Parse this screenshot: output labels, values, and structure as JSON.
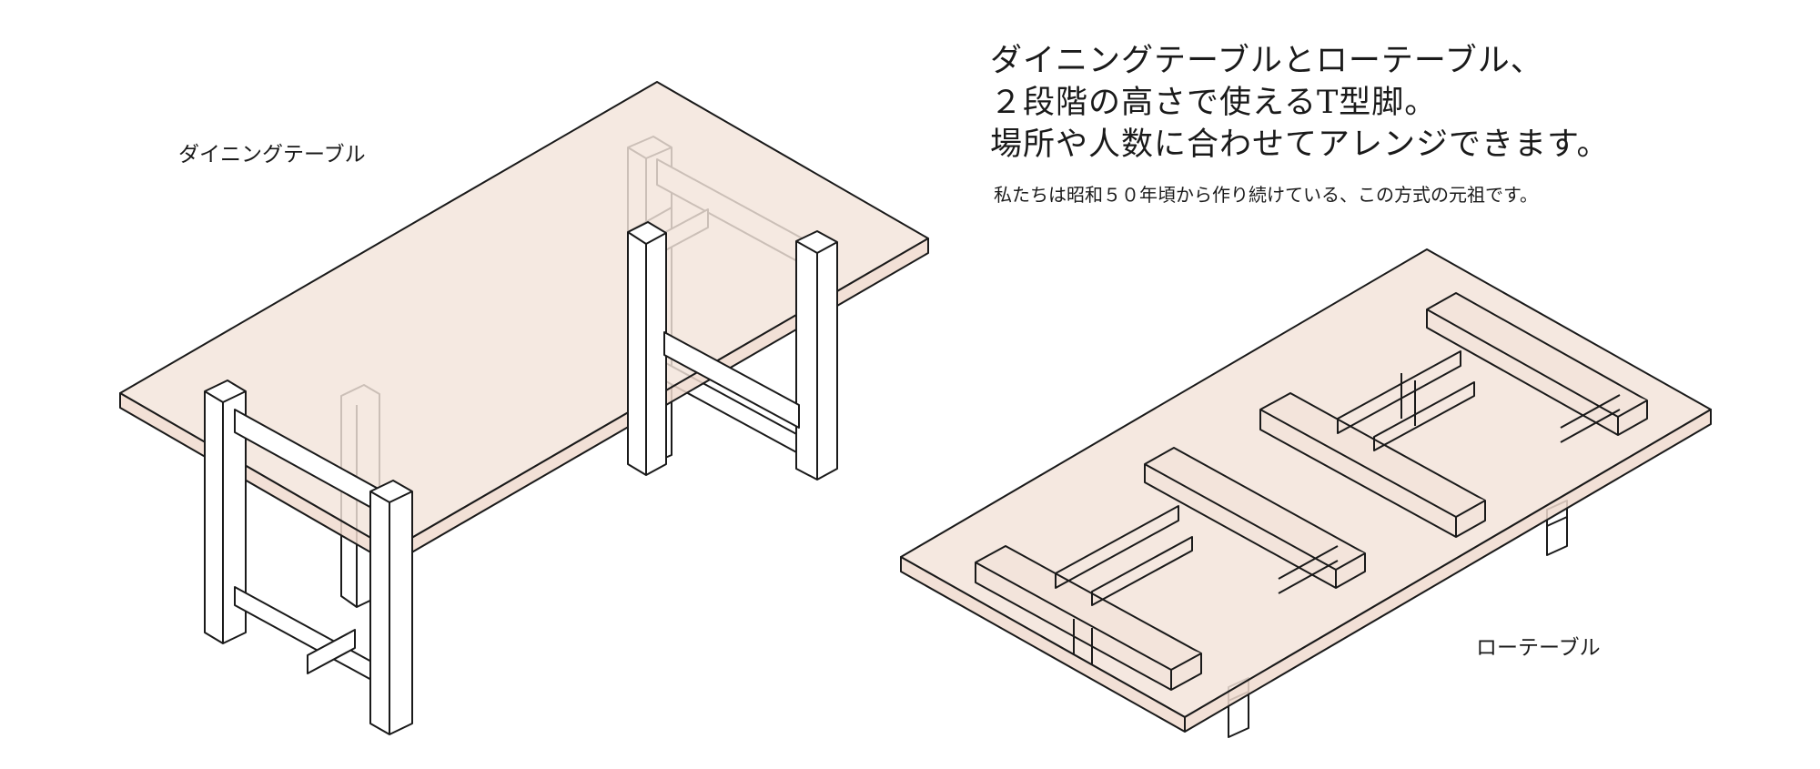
{
  "headline": {
    "line1": "ダイニングテーブルとローテーブル、",
    "line2": "２段階の高さで使えるT型脚。",
    "line3": "場所や人数に合わせてアレンジできます。"
  },
  "subline": "私たちは昭和５０年頃から作り続けている、この方式の元祖です。",
  "labels": {
    "dining_table": "ダイニングテーブル",
    "low_table": "ローテーブル"
  },
  "colors": {
    "tabletop_fill": "#f3e4db",
    "line": "#1a1a1a",
    "leg_fill": "#ffffff"
  }
}
